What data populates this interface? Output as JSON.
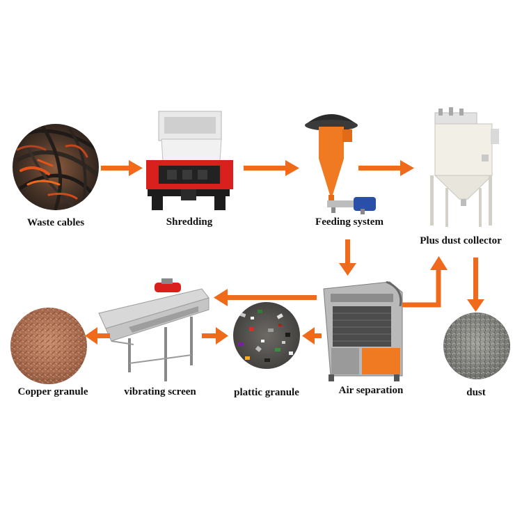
{
  "labels": {
    "waste_cables": "Waste cables",
    "shredding": "Shredding",
    "feeding_system": "Feeding system",
    "dust_collector": "Plus dust collector",
    "dust": "dust",
    "air_separation": "Air separation",
    "plastic_granule": "plattic granule",
    "vibrating_screen": "vibrating screen",
    "copper_granule": "Copper granule"
  },
  "colors": {
    "arrow": "#f06a1c",
    "machine_red": "#d9201d",
    "machine_orange": "#f07a22",
    "machine_grey": "#d8d8d8",
    "copper": "#b4775a",
    "dust": "#8a8a86"
  }
}
